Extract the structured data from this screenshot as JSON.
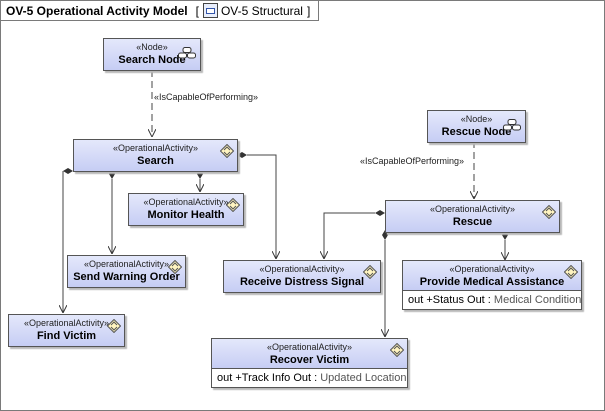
{
  "diagram": {
    "name": "OV-5 Operational Activity Model",
    "context": "OV-5 Structural",
    "bracket_open": "[",
    "bracket_close": "]"
  },
  "nodes": {
    "search_node": {
      "stereotype": "«Node»",
      "name": "Search Node",
      "icon": "node-icon"
    },
    "rescue_node": {
      "stereotype": "«Node»",
      "name": "Rescue Node",
      "icon": "node-icon"
    },
    "search": {
      "stereotype": "«OperationalActivity»",
      "name": "Search",
      "icon": "activity-icon"
    },
    "monitor_health": {
      "stereotype": "«OperationalActivity»",
      "name": "Monitor Health",
      "icon": "activity-icon"
    },
    "send_warning_order": {
      "stereotype": "«OperationalActivity»",
      "name": "Send Warning Order",
      "icon": "activity-icon"
    },
    "find_victim": {
      "stereotype": "«OperationalActivity»",
      "name": "Find Victim",
      "icon": "activity-icon"
    },
    "receive_distress_signal": {
      "stereotype": "«OperationalActivity»",
      "name": "Receive Distress Signal",
      "icon": "activity-icon"
    },
    "rescue": {
      "stereotype": "«OperationalActivity»",
      "name": "Rescue",
      "icon": "activity-icon"
    },
    "provide_medical_assistance": {
      "stereotype": "«OperationalActivity»",
      "name": "Provide Medical Assistance",
      "icon": "activity-icon",
      "attribute": {
        "prefix": "out +Status Out : ",
        "type": "Medical Condition"
      }
    },
    "recover_victim": {
      "stereotype": "«OperationalActivity»",
      "name": "Recover Victim",
      "icon": "activity-icon",
      "attribute": {
        "prefix": "out +Track Info Out : ",
        "type": "Updated Location"
      }
    }
  },
  "edges": {
    "search_capable": "«IsCapableOfPerforming»",
    "rescue_capable": "«IsCapableOfPerforming»"
  }
}
